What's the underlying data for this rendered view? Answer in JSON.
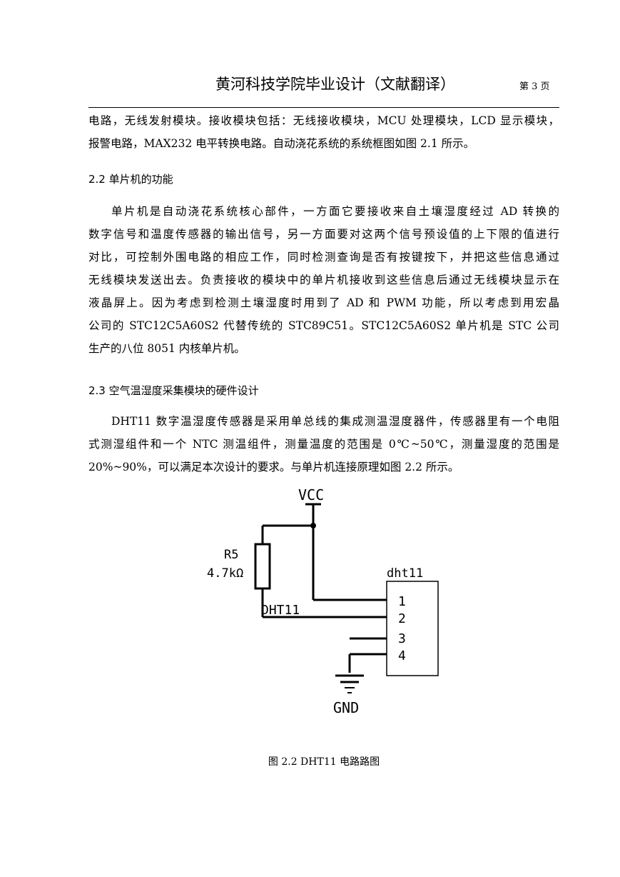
{
  "header": {
    "title": "黄河科技学院毕业设计（文献翻译）",
    "page": "第 3 页"
  },
  "intro": {
    "lines": [
      "电路，无线发射模块。接收模块包括：无线接收模块，MCU 处理模块，LCD 显示模块，",
      "报警电路，MAX232 电平转换电路。自动浇花系统的系统框图如图 2.1 所示。"
    ]
  },
  "section_2_2": {
    "heading": "2.2 单片机的功能",
    "lines": [
      "单片机是自动浇花系统核心部件，一方面它要接收来自土壤湿度经过 AD 转换的",
      "数字信号和温度传感器的输出信号，另一方面要对这两个信号预设值的上下限的值进行",
      "对比，可控制外围电路的相应工作，同时检测查询是否有按键按下，并把这些信息通过",
      "无线模块发送出去。负责接收的模块中的单片机接收到这些信息后通过无线模块显示在",
      "液晶屏上。因为考虑到检测土壤湿度时用到了 AD 和 PWM 功能，所以考虑到用宏晶",
      "公司的 STC12C5A60S2 代替传统的 STC89C51。STC12C5A60S2 单片机是 STC 公司",
      "生产的八位 8051 内核单片机。"
    ]
  },
  "section_2_3": {
    "heading": "2.3 空气温湿度采集模块的硬件设计",
    "lines": [
      "DHT11 数字温湿度传感器是采用单总线的集成测温湿度器件，传感器里有一个电阻",
      "式测湿组件和一个 NTC 测温组件，测量温度的范围是 0℃~50℃，测量湿度的范围是",
      "20%~90%，可以满足本次设计的要求。与单片机连接原理如图 2.2 所示。"
    ]
  },
  "figure": {
    "vcc": "VCC",
    "resistor_name": "R5",
    "resistor_value": "4.7kΩ",
    "chip_label": "dht11",
    "net_label": "DHT11",
    "pins": [
      "1",
      "2",
      "3",
      "4"
    ],
    "gnd": "GND",
    "caption": "图 2.2 DHT11 电路路图"
  }
}
